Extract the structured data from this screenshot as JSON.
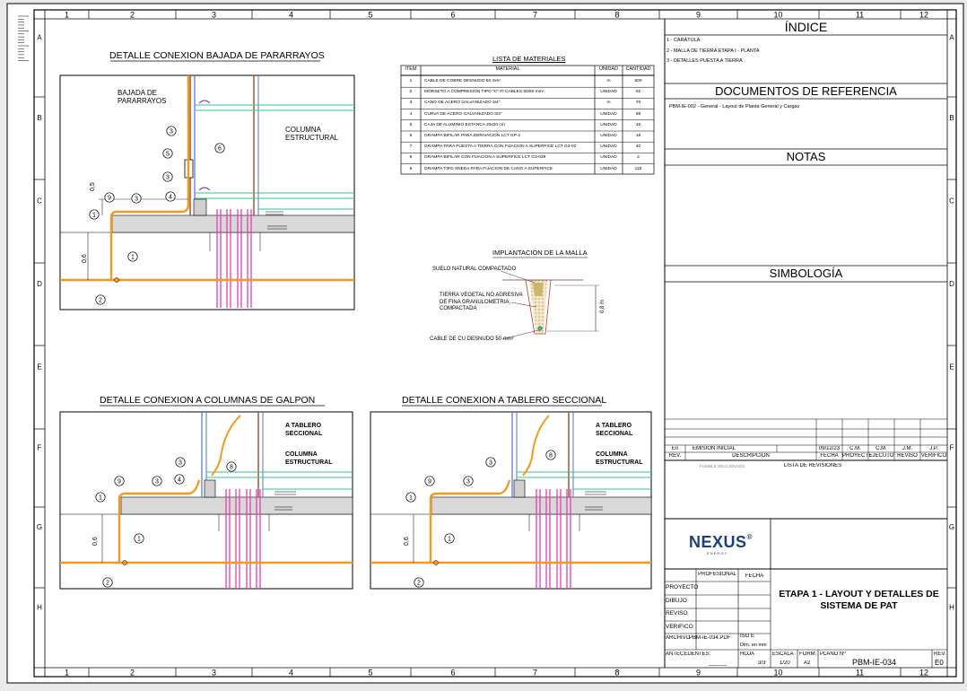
{
  "grid": {
    "cols": [
      "1",
      "2",
      "3",
      "4",
      "5",
      "6",
      "7",
      "8",
      "9",
      "10",
      "11",
      "12"
    ],
    "rows": [
      "A",
      "B",
      "C",
      "D",
      "E",
      "F",
      "G",
      "H"
    ]
  },
  "detail1": {
    "title": "DETALLE CONEXION BAJADA DE PARARRAYOS",
    "label_bajada_1": "BAJADA DE",
    "label_bajada_2": "PARARRAYOS",
    "label_columna_1": "COLUMNA",
    "label_columna_2": "ESTRUCTURAL",
    "dim_05": "0,5",
    "dim_06": "0,6",
    "callouts": [
      "3",
      "5",
      "6",
      "3",
      "4",
      "9",
      "3",
      "1",
      "1",
      "2"
    ]
  },
  "detail2": {
    "title": "DETALLE CONEXION A COLUMNAS DE GALPON",
    "label_tablero_1": "A TABLERO",
    "label_tablero_2": "SECCIONAL",
    "label_columna_1": "COLUMNA",
    "label_columna_2": "ESTRUCTURAL",
    "dim_06": "0,6",
    "callouts": [
      "9",
      "3",
      "3",
      "4",
      "8",
      "1",
      "1",
      "2"
    ]
  },
  "detail3": {
    "title": "DETALLE CONEXION A TABLERO SECCIONAL",
    "label_tablero_1": "A TABLERO",
    "label_tablero_2": "SECCIONAL",
    "label_columna_1": "COLUMNA",
    "label_columna_2": "ESTRUCTURAL",
    "dim_06": "0,6",
    "callouts": [
      "9",
      "3",
      "3",
      "8",
      "1",
      "1",
      "2"
    ]
  },
  "materials": {
    "title": "LISTA  DE  MATERIALES",
    "headers": [
      "ITEM",
      "MATERIAL",
      "UNIDAD",
      "CANTIDAD"
    ],
    "rows": [
      [
        "1",
        "CABLE DE COBRE DESNUDO 50 mm²",
        "m",
        "500"
      ],
      [
        "2",
        "MORSETO A COMPRESION TIPO \"C\" P/ CABLES 50/50 mm²",
        "UNIDAD",
        "62"
      ],
      [
        "3",
        "CAÑO DE ACERO GALVANIZADO 3/4\"",
        "m",
        "70"
      ],
      [
        "4",
        "CURVA DE ACERO GALVANIZADO 3/4\"",
        "UNIDAD",
        "68"
      ],
      [
        "5",
        "CAJA DE ALUMINIO ESTANCA 20x20 cm",
        "UNIDAD",
        "16"
      ],
      [
        "6",
        "GRAMPA BIFILAR PARA DERIVACION LCT GP-2",
        "UNIDAD",
        "16"
      ],
      [
        "7",
        "GRAMPA PARA PUESTA A TIERRA CON FIJACIÓN A SUPERFICE LCT G3-02",
        "UNIDAD",
        "40"
      ],
      [
        "8",
        "GRAMPA BIFILAR CON FIJACIÓN A SUPERFICE LCT G3-039",
        "UNIDAD",
        "2"
      ],
      [
        "9",
        "GRAMPA TIPO SNEDA PARA FIJACION DE CAÑO A SUPERFICE",
        "UNIDAD",
        "118"
      ]
    ]
  },
  "malla": {
    "title": "IMPLANTACION  DE  LA  MALLA",
    "label_suelo": "SUELO NATURAL COMPACTADO",
    "label_tierra_1": "TIERRA VEGETAL NO AGRESIVA",
    "label_tierra_2": "DE FINA GRANULOMETRIA,",
    "label_tierra_3": "COMPACTADA",
    "label_cable": "CABLE DE CU DESNUDO 50 mm²",
    "dim": "0,8 m"
  },
  "panel": {
    "indice_title": "ÍNDICE",
    "indice_items": [
      "1 - CARÁTULA",
      "2 - MALLA DE TIERRA ETAPA I - PLANTA",
      "3 - DETALLES PUESTA A TIERRA"
    ],
    "docs_title": "DOCUMENTOS DE REFERENCIA",
    "docs_item": "PBM-IE-002 - General - Layout  de Planta General y Cargas",
    "notas_title": "NOTAS",
    "simbologia_title": "SIMBOLOGÍA",
    "revision": {
      "row": [
        "E0",
        "EMISIÓN INICIAL",
        "09/12/23",
        "C.M.",
        "C.M.",
        "J.M.",
        "J.P."
      ],
      "headers": [
        "REV.",
        "DESCRIPCIÓN",
        "FECHA",
        "PROYECTO",
        "EJECUTO",
        "REVISO",
        "VERIFICO"
      ],
      "faded": "FUSIBLE SECCIONADO",
      "list_label": "LISTA DE REVISIONES"
    },
    "logo_main": "NEXUS",
    "logo_sub": "E N E R G Y",
    "logo_reg": "®",
    "title_block": {
      "col_profesional": "PROFESIONAL",
      "col_fecha": "FECHA",
      "rows": [
        "PROYECTO",
        "DIBUJO",
        "REVISO",
        "VERIFICO"
      ],
      "archivo_label": "ARCHIVO",
      "archivo_value": "PBM-IE-034.PDF",
      "iso": "ISO E",
      "dim": "Dim. en mm",
      "antecedentes": "ANTECEDENTES:",
      "antecedentes_line": "______",
      "hoja_label": "HOJA",
      "hoja_value": "3/3",
      "escala_label": "ESCALA",
      "escala_value": "1/20",
      "form_label": "FORM.",
      "form_value": "A2",
      "plano_label": "PLANO Nº",
      "plano_value": "PBM-IE-034",
      "rev_label": "REV.",
      "rev_value": "E0",
      "title_1": "ETAPA 1 - LAYOUT Y DETALLES DE",
      "title_2": "SISTEMA DE PAT"
    }
  },
  "colors": {
    "cable": "#f39a1e",
    "rod": "#e040b0",
    "col_brown": "#9a4a2a",
    "col_blue": "#4c74c6",
    "green": "#36c48a",
    "concrete": "#d8d8d8"
  }
}
